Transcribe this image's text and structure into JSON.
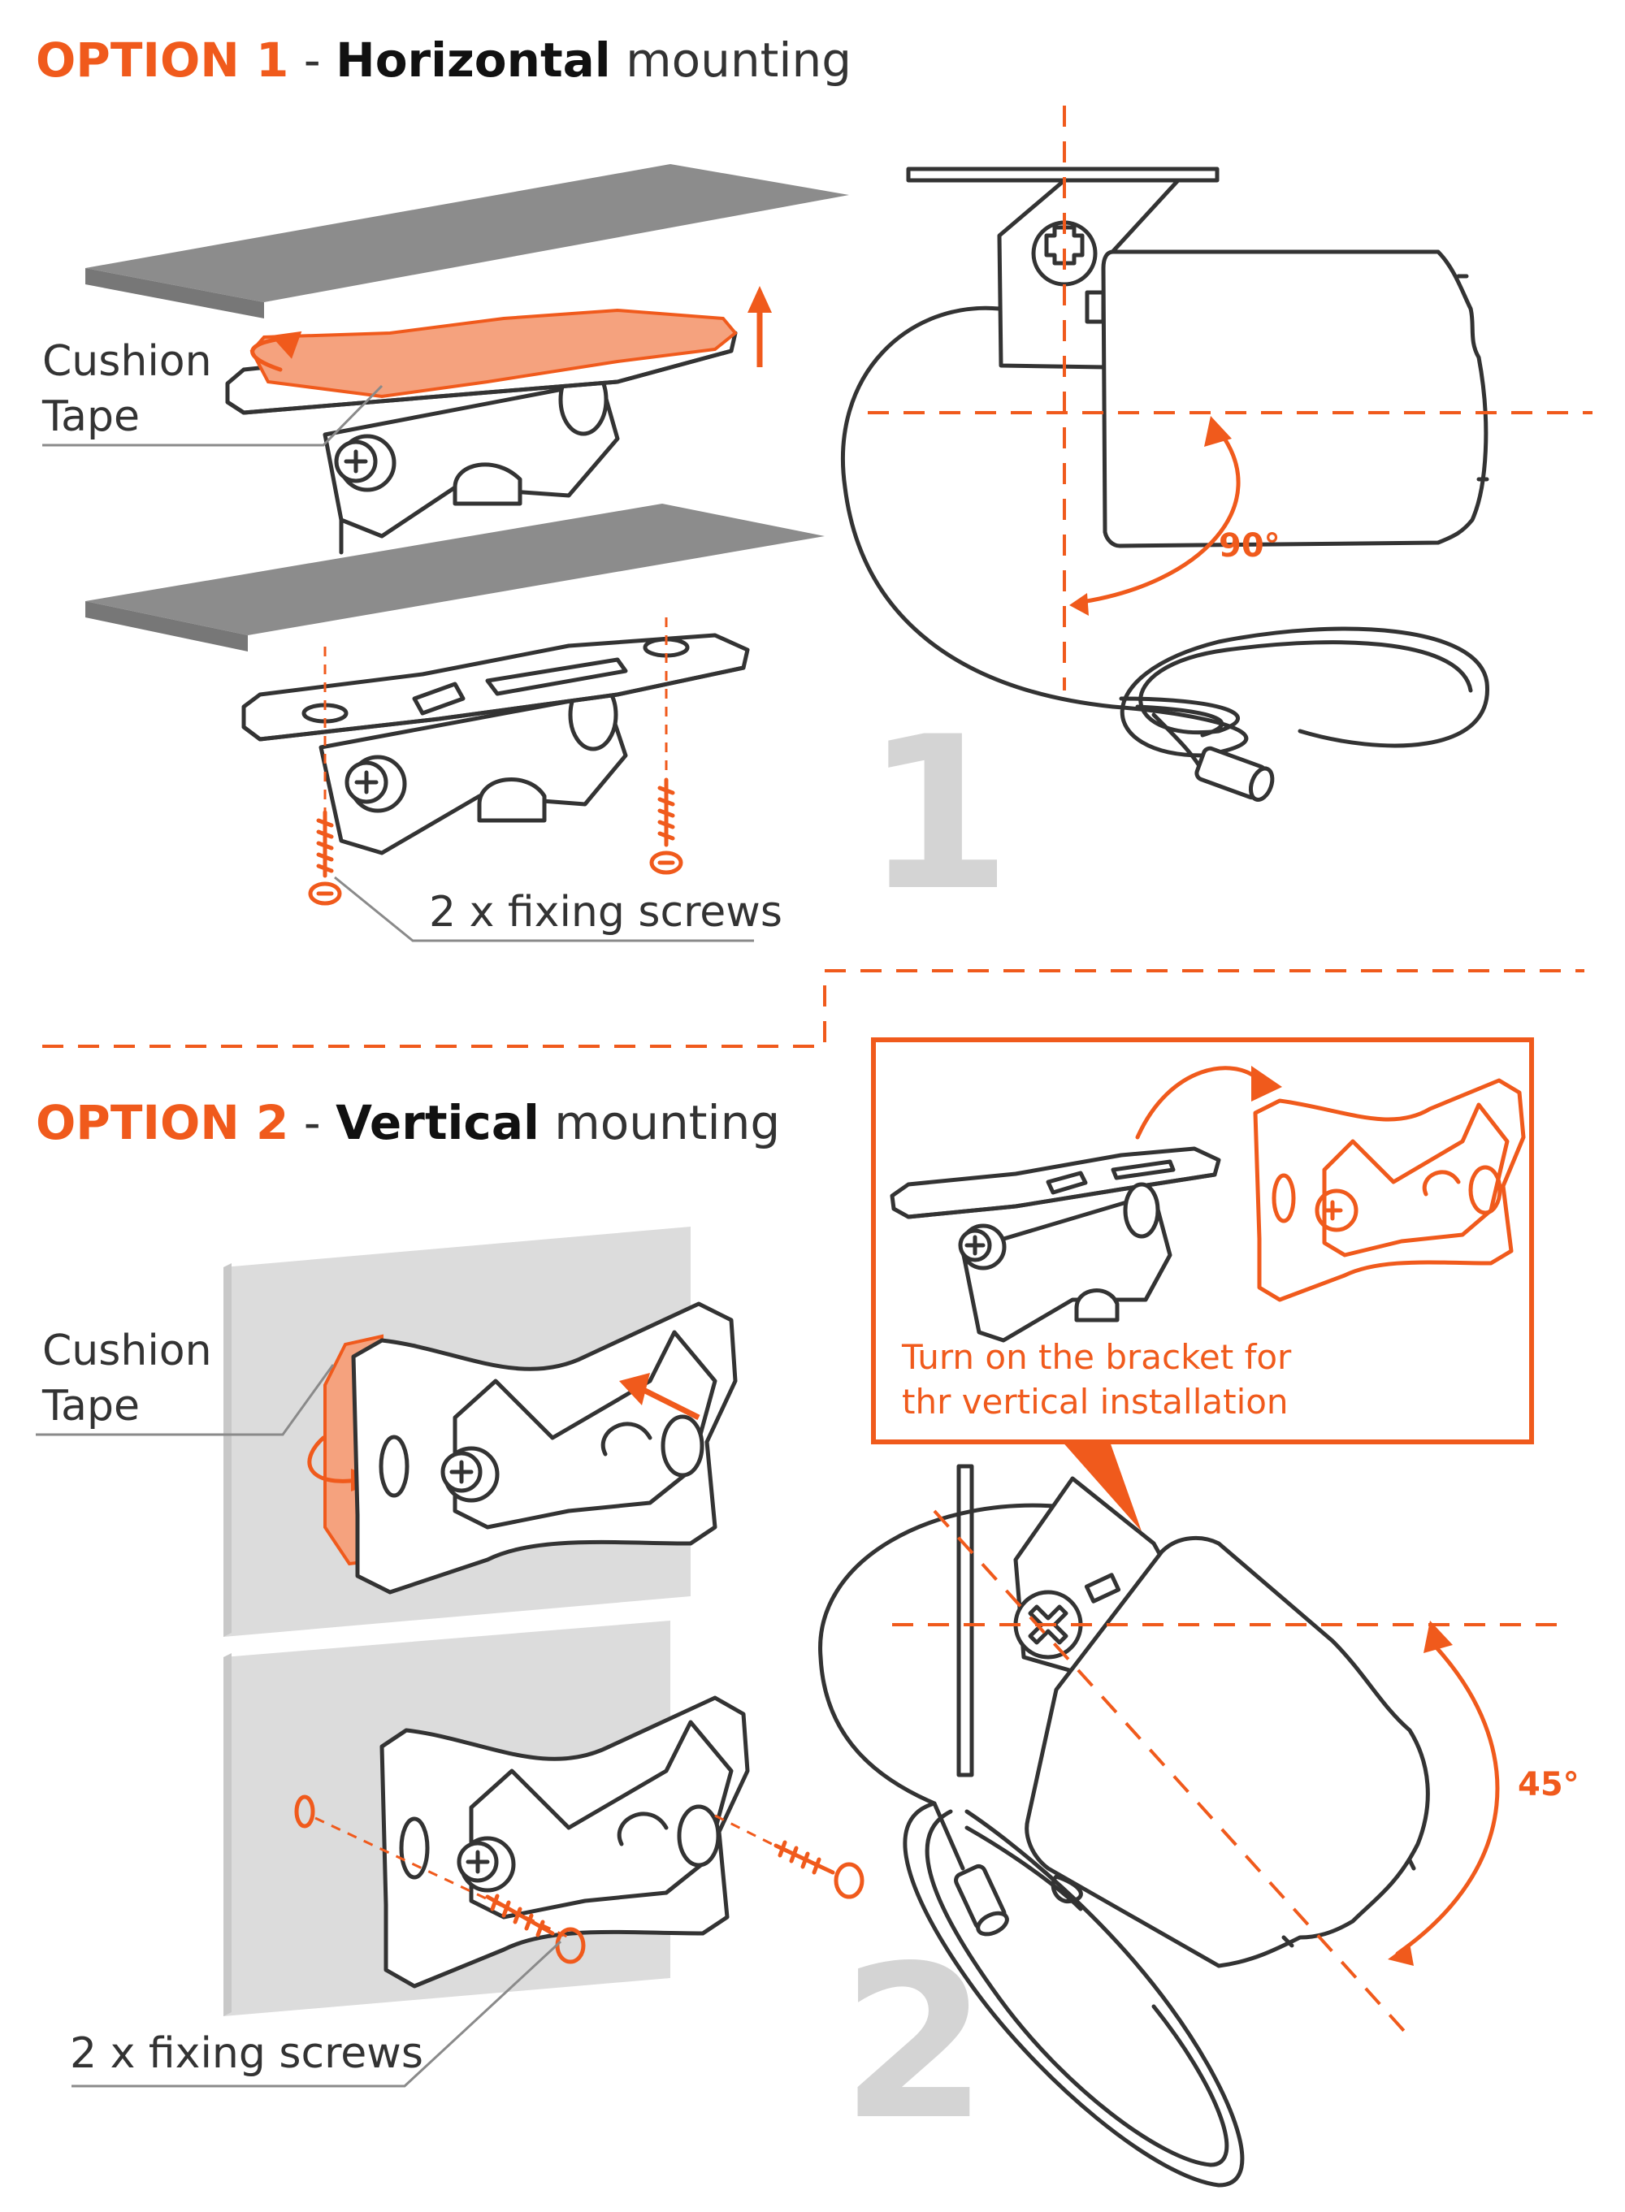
{
  "colors": {
    "accent": "#f05a1c",
    "ink": "#333333",
    "surface": "#8c8c8c",
    "wall": "#dcdcdc",
    "step_number": "#d4d4d4",
    "leader": "#8a8a8a"
  },
  "option1": {
    "prefix": "OPTION 1",
    "separator": " - ",
    "bold_word": "Horizontal",
    "rest": " mounting",
    "cushion_label_1": "Cushion",
    "cushion_label_2": "Tape",
    "screws_label": "2 x fixing screws",
    "angle_label": "90°",
    "step_number": "1"
  },
  "option2": {
    "prefix": "OPTION 2",
    "separator": " - ",
    "bold_word": "Vertical",
    "rest": " mounting",
    "cushion_label_1": "Cushion",
    "cushion_label_2": "Tape",
    "screws_label": "2 x fixing screws",
    "note_line_1": "Turn on the bracket for",
    "note_line_2": "thr vertical installation",
    "angle_label": "45°",
    "step_number": "2"
  }
}
